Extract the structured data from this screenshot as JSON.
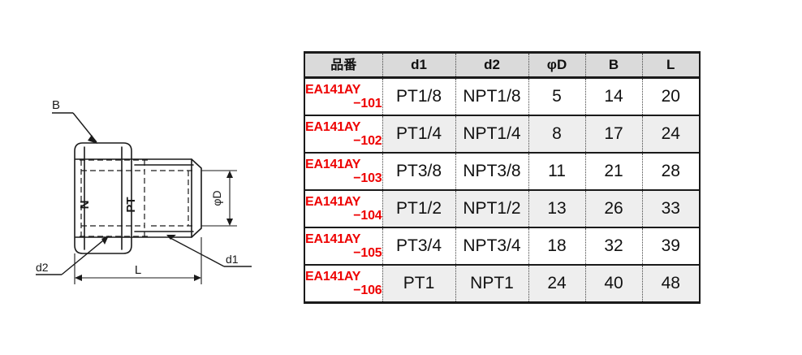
{
  "drawing": {
    "labels": {
      "b": "B",
      "d1": "d1",
      "d2": "d2",
      "l": "L",
      "phi_d": "φD",
      "inner_left": "N",
      "inner_right": "PT"
    }
  },
  "table": {
    "headers": [
      "品番",
      "d1",
      "d2",
      "φD",
      "B",
      "L"
    ],
    "rows": [
      {
        "pn_top": "EA141AY",
        "pn_bot": "−101",
        "d1": "PT1/8",
        "d2": "NPT1/8",
        "phiD": "5",
        "B": "14",
        "L": "20"
      },
      {
        "pn_top": "EA141AY",
        "pn_bot": "−102",
        "d1": "PT1/4",
        "d2": "NPT1/4",
        "phiD": "8",
        "B": "17",
        "L": "24"
      },
      {
        "pn_top": "EA141AY",
        "pn_bot": "−103",
        "d1": "PT3/8",
        "d2": "NPT3/8",
        "phiD": "11",
        "B": "21",
        "L": "28"
      },
      {
        "pn_top": "EA141AY",
        "pn_bot": "−104",
        "d1": "PT1/2",
        "d2": "NPT1/2",
        "phiD": "13",
        "B": "26",
        "L": "33"
      },
      {
        "pn_top": "EA141AY",
        "pn_bot": "−105",
        "d1": "PT3/4",
        "d2": "NPT3/4",
        "phiD": "18",
        "B": "32",
        "L": "39"
      },
      {
        "pn_top": "EA141AY",
        "pn_bot": "−106",
        "d1": "PT1",
        "d2": "NPT1",
        "phiD": "24",
        "B": "40",
        "L": "48"
      }
    ]
  },
  "colors": {
    "part_number": "#ee0000",
    "header_bg": "#dadada",
    "alt_row_bg": "#eeeeee",
    "line": "#1a1a1a"
  }
}
